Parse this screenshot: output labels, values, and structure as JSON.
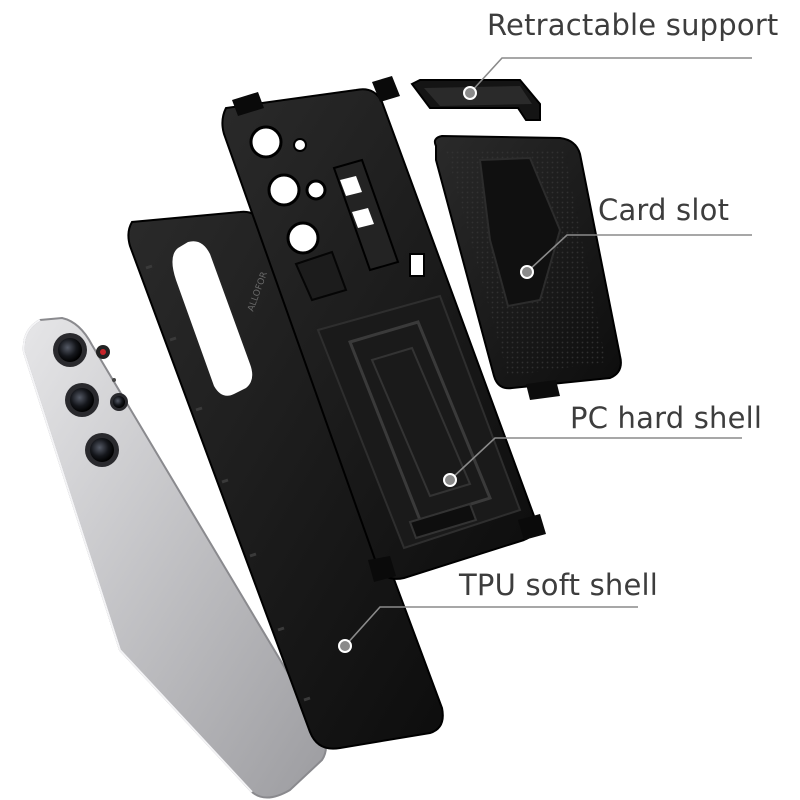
{
  "callouts": {
    "retractable_support": "Retractable support",
    "card_slot": "Card slot",
    "pc_hard_shell": "PC hard shell",
    "tpu_soft_shell": "TPU soft shell"
  },
  "brand_mark": "ALLOFOR",
  "colors": {
    "background": "#ffffff",
    "case_black": "#151515",
    "phone_silver": "#c9c9cc",
    "callout_text": "#3d3d3d",
    "callout_line": "#8a8a8a"
  }
}
